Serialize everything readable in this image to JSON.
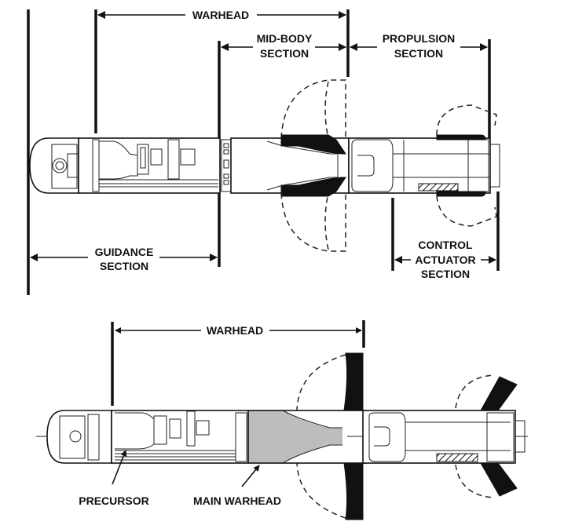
{
  "diagram": {
    "title": "Missile section layout",
    "colors": {
      "ink": "#111111",
      "main_warhead_fill": "#bdbdbd",
      "background": "#ffffff"
    },
    "top_view": {
      "labels": {
        "warhead": "WARHEAD",
        "mid_body_line1": "MID-BODY",
        "mid_body_line2": "SECTION",
        "propulsion_line1": "PROPULSION",
        "propulsion_line2": "SECTION",
        "guidance_line1": "GUIDANCE",
        "guidance_line2": "SECTION",
        "control_line1": "CONTROL",
        "control_line2": "ACTUATOR",
        "control_line3": "SECTION"
      }
    },
    "bottom_view": {
      "labels": {
        "warhead": "WARHEAD",
        "precursor": "PRECURSOR",
        "main_warhead": "MAIN WARHEAD"
      }
    }
  }
}
